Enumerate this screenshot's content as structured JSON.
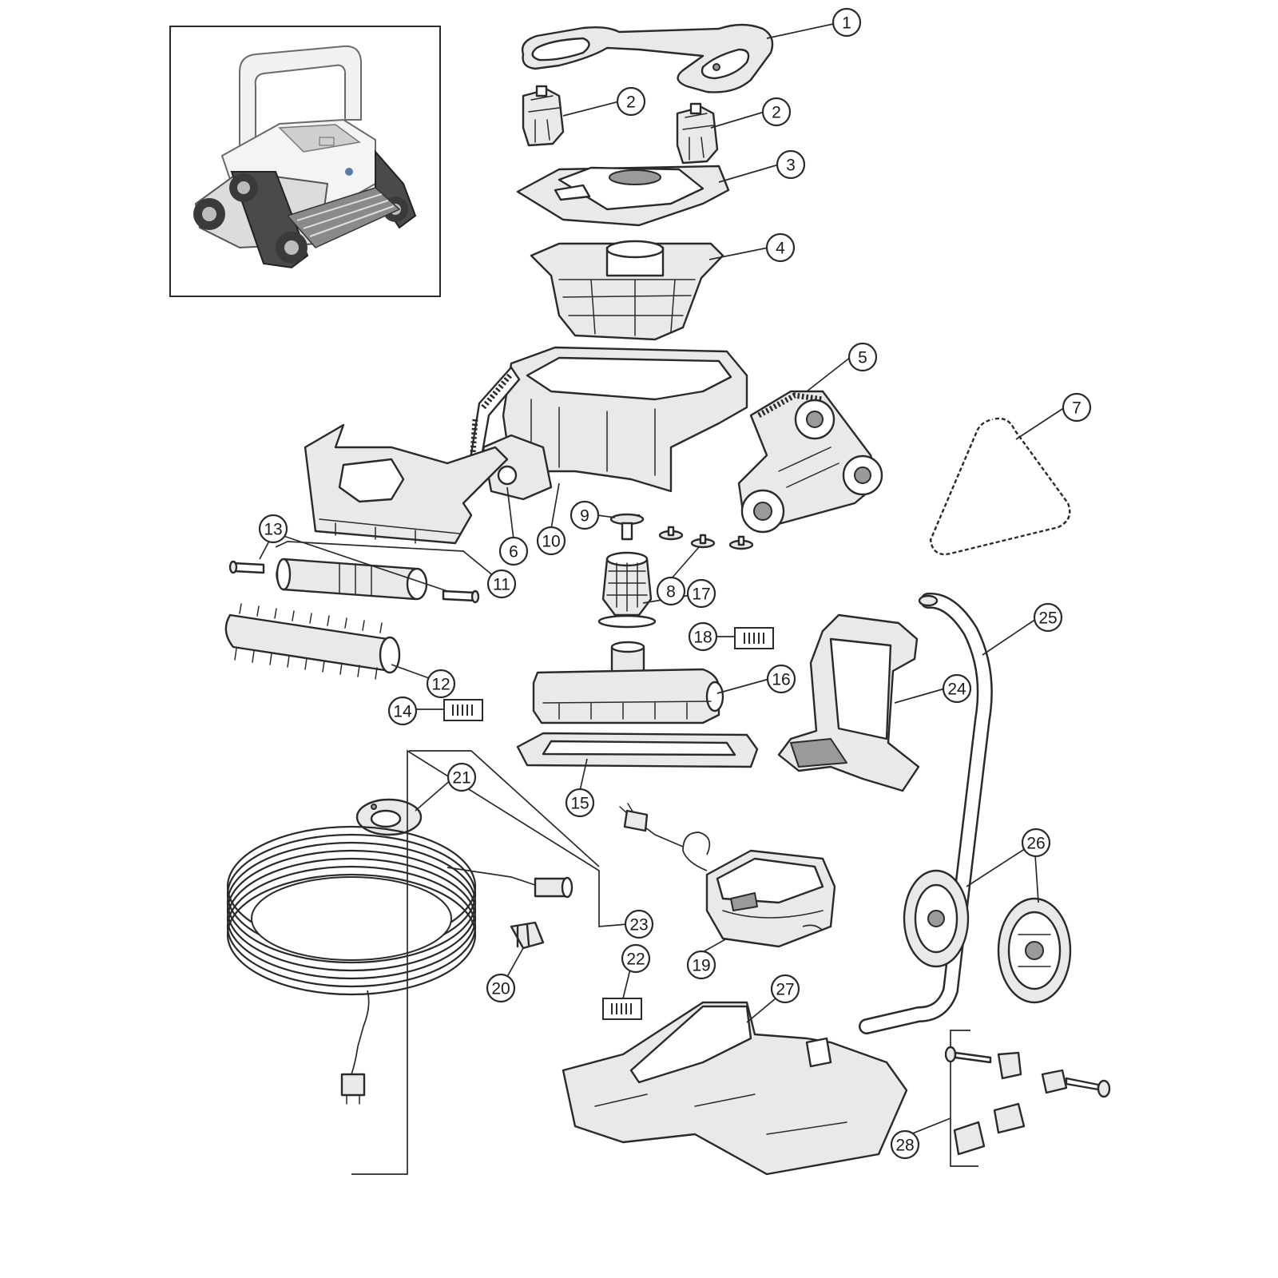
{
  "diagram": {
    "type": "exploded-parts-diagram",
    "subject": "robotic pool cleaner",
    "callouts": [
      {
        "id": "1",
        "label": "1"
      },
      {
        "id": "2a",
        "label": "2"
      },
      {
        "id": "2b",
        "label": "2"
      },
      {
        "id": "3",
        "label": "3"
      },
      {
        "id": "4",
        "label": "4"
      },
      {
        "id": "5",
        "label": "5"
      },
      {
        "id": "6",
        "label": "6"
      },
      {
        "id": "7",
        "label": "7"
      },
      {
        "id": "8",
        "label": "8"
      },
      {
        "id": "9",
        "label": "9"
      },
      {
        "id": "10",
        "label": "10"
      },
      {
        "id": "11",
        "label": "11"
      },
      {
        "id": "12",
        "label": "12"
      },
      {
        "id": "13",
        "label": "13"
      },
      {
        "id": "14",
        "label": "14"
      },
      {
        "id": "15",
        "label": "15"
      },
      {
        "id": "16",
        "label": "16"
      },
      {
        "id": "17",
        "label": "17"
      },
      {
        "id": "18",
        "label": "18"
      },
      {
        "id": "19",
        "label": "19"
      },
      {
        "id": "20",
        "label": "20"
      },
      {
        "id": "21",
        "label": "21"
      },
      {
        "id": "22",
        "label": "22"
      },
      {
        "id": "23",
        "label": "23"
      },
      {
        "id": "24",
        "label": "24"
      },
      {
        "id": "25",
        "label": "25"
      },
      {
        "id": "26",
        "label": "26"
      },
      {
        "id": "27",
        "label": "27"
      },
      {
        "id": "28",
        "label": "28"
      }
    ],
    "pack_icons": [
      "package-icon-14",
      "package-icon-18",
      "package-icon-22"
    ]
  }
}
